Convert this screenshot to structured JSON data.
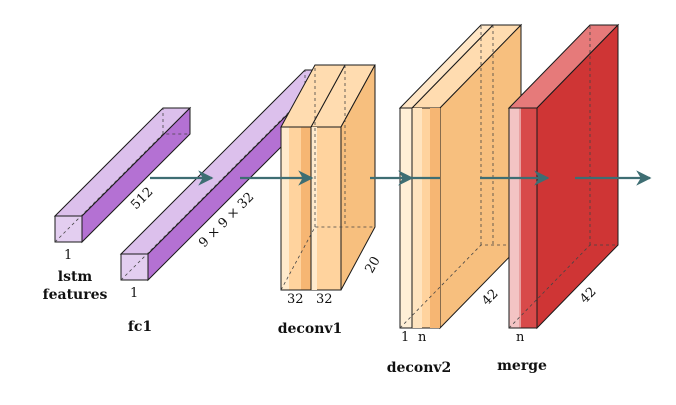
{
  "blocks": {
    "lstm": {
      "name": "lstm features",
      "line1": "lstm",
      "line2": "features",
      "dim_width": "1",
      "dim_length": "512"
    },
    "fc1": {
      "name": "fc1",
      "dim_width": "1",
      "dim_length": "9 × 9 × 32"
    },
    "deconv1": {
      "name": "deconv1",
      "dim_a": "32",
      "dim_b": "32",
      "dim_depth": "20"
    },
    "deconv2": {
      "name": "deconv2",
      "dim_a": "1",
      "dim_b": "n",
      "dim_depth": "42"
    },
    "merge": {
      "name": "merge",
      "dim_a": "n",
      "dim_depth": "42"
    }
  },
  "colors": {
    "purple": "#c491dd",
    "purple_dark": "#a35fc4",
    "orange": "#ffd19a",
    "orange_dark": "#f0b069",
    "red": "#d73e3e",
    "red_dark": "#b52a2a",
    "arrow": "#3e6e73"
  },
  "icons": [
    "arrow-right-icon"
  ]
}
